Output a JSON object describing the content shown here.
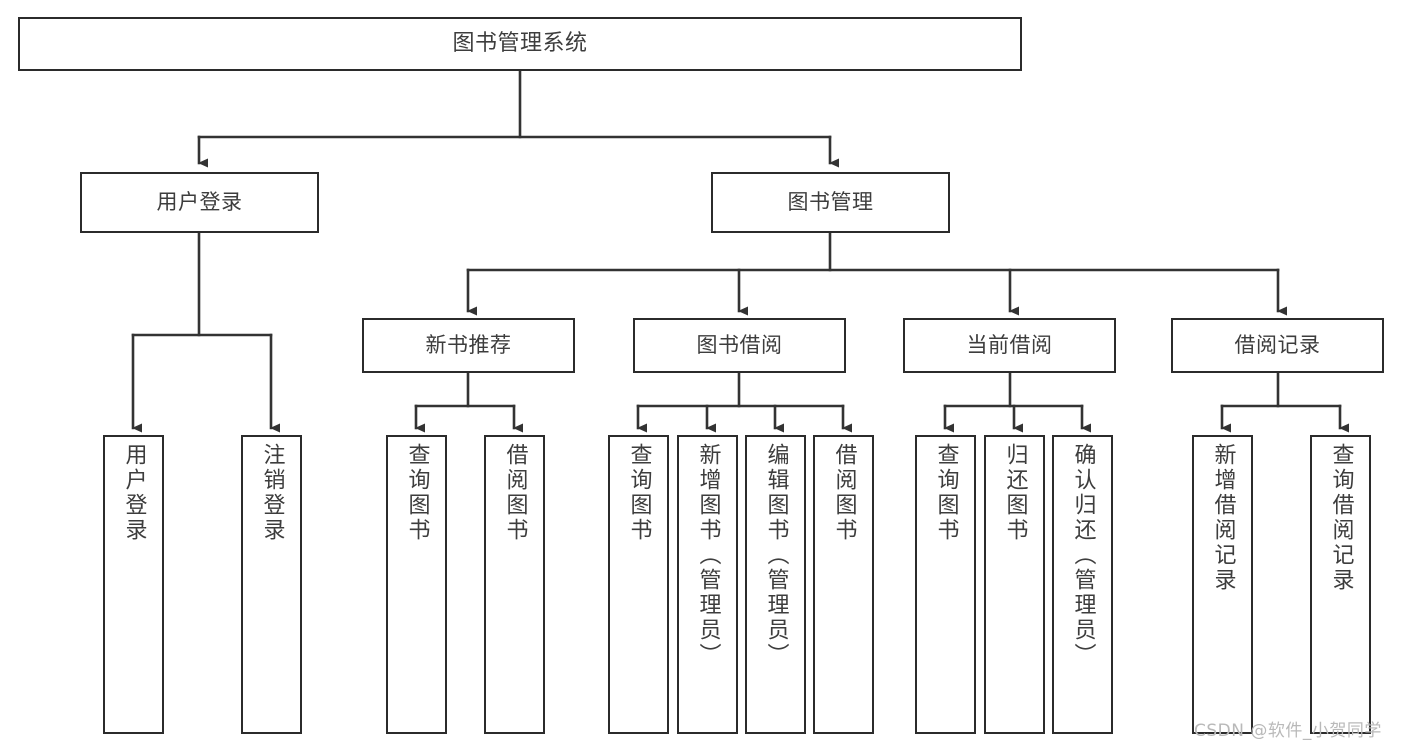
{
  "diagram": {
    "title": "图书管理系统",
    "type": "tree-hierarchy-diagram",
    "orientation": "top-down",
    "colors": {
      "box_border": "#2b2b2b",
      "box_fill": "#ffffff",
      "edge": "#333333",
      "text": "#3d3d3d",
      "watermark": "#b9b9b9",
      "background": "#ffffff"
    }
  },
  "root": {
    "label": "图书管理系统"
  },
  "tier1": [
    {
      "label": "用户登录"
    },
    {
      "label": "图书管理"
    }
  ],
  "tier2": [
    {
      "label": "新书推荐"
    },
    {
      "label": "图书借阅"
    },
    {
      "label": "当前借阅"
    },
    {
      "label": "借阅记录"
    }
  ],
  "leaves": {
    "user_login": [
      {
        "label": "用户登录"
      },
      {
        "label": "注销登录"
      }
    ],
    "new_book_recommend": [
      {
        "label": "查询图书"
      },
      {
        "label": "借阅图书"
      }
    ],
    "book_borrow": [
      {
        "label": "查询图书"
      },
      {
        "label": "新增图书（管理员）"
      },
      {
        "label": "编辑图书（管理员）"
      },
      {
        "label": "借阅图书"
      }
    ],
    "current_borrow": [
      {
        "label": "查询图书"
      },
      {
        "label": "归还图书"
      },
      {
        "label": "确认归还（管理员）"
      }
    ],
    "borrow_record": [
      {
        "label": "新增借阅记录"
      },
      {
        "label": "查询借阅记录"
      }
    ]
  },
  "watermark": {
    "text": "CSDN @软件_小贺同学"
  }
}
